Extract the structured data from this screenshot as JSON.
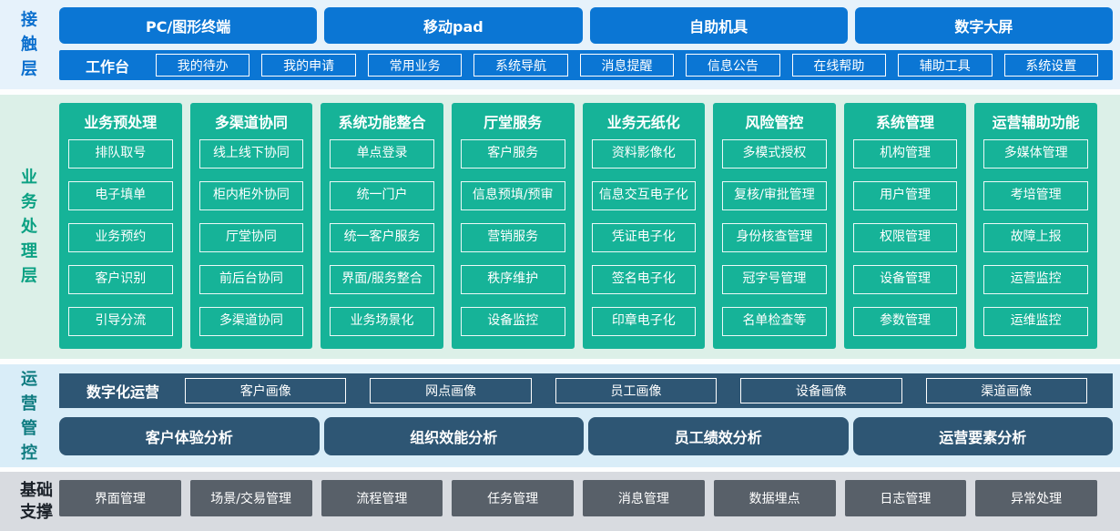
{
  "colors": {
    "primary_blue": "#0b76d4",
    "contact_bg": "#e6f2fb",
    "green": "#16b398",
    "business_bg": "#dcf0e8",
    "slate": "#2e5674",
    "ops_bg": "#d9edf8",
    "foundation_bg": "#d8dbe0",
    "foundation_button": "#586069",
    "label_blue": "#0a6fce",
    "label_green": "#0ca183",
    "label_teal": "#0e7b80",
    "label_dark": "#1b2129"
  },
  "contact_layer": {
    "label": "接触层",
    "channels": [
      "PC/图形终端",
      "移动pad",
      "自助机具",
      "数字大屏"
    ],
    "workbench": {
      "label": "工作台",
      "items": [
        "我的待办",
        "我的申请",
        "常用业务",
        "系统导航",
        "消息提醒",
        "信息公告",
        "在线帮助",
        "辅助工具",
        "系统设置"
      ]
    }
  },
  "business_layer": {
    "label": "业务处理层",
    "columns": [
      {
        "title": "业务预处理",
        "items": [
          "排队取号",
          "电子填单",
          "业务预约",
          "客户识别",
          "引导分流"
        ]
      },
      {
        "title": "多渠道协同",
        "items": [
          "线上线下协同",
          "柜内柜外协同",
          "厅堂协同",
          "前后台协同",
          "多渠道协同"
        ]
      },
      {
        "title": "系统功能整合",
        "items": [
          "单点登录",
          "统一门户",
          "统一客户服务",
          "界面/服务整合",
          "业务场景化"
        ]
      },
      {
        "title": "厅堂服务",
        "items": [
          "客户服务",
          "信息预填/预审",
          "营销服务",
          "秩序维护",
          "设备监控"
        ]
      },
      {
        "title": "业务无纸化",
        "items": [
          "资料影像化",
          "信息交互电子化",
          "凭证电子化",
          "签名电子化",
          "印章电子化"
        ]
      },
      {
        "title": "风险管控",
        "items": [
          "多模式授权",
          "复核/审批管理",
          "身份核查管理",
          "冠字号管理",
          "名单检查等"
        ]
      },
      {
        "title": "系统管理",
        "items": [
          "机构管理",
          "用户管理",
          "权限管理",
          "设备管理",
          "参数管理"
        ]
      },
      {
        "title": "运营辅助功能",
        "items": [
          "多媒体管理",
          "考培管理",
          "故障上报",
          "运营监控",
          "运维监控"
        ]
      }
    ]
  },
  "operations_layer": {
    "label": "运营管控",
    "digital_operation": {
      "label": "数字化运营",
      "portraits": [
        "客户画像",
        "网点画像",
        "员工画像",
        "设备画像",
        "渠道画像"
      ]
    },
    "analyses": [
      "客户体验分析",
      "组织效能分析",
      "员工绩效分析",
      "运营要素分析"
    ]
  },
  "foundation_layer": {
    "label": "基础支撑",
    "items": [
      "界面管理",
      "场景/交易管理",
      "流程管理",
      "任务管理",
      "消息管理",
      "数据埋点",
      "日志管理",
      "异常处理"
    ]
  }
}
